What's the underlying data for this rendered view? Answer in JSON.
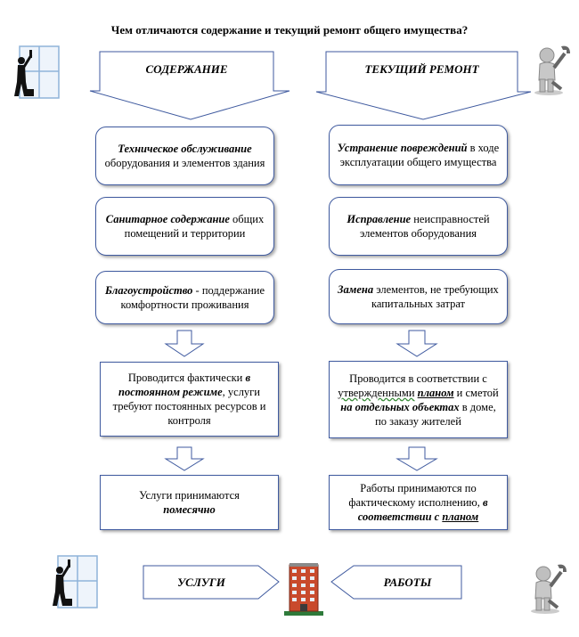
{
  "title": "Чем отличаются содержание и текущий ремонт общего имущества?",
  "left_header": "СОДЕРЖАНИЕ",
  "right_header": "ТЕКУЩИЙ РЕМОНТ",
  "left_items": [
    {
      "bold": "Техническое обслуживание",
      "rest": "оборудования и элементов здания"
    },
    {
      "bold": "Санитарное содержание",
      "rest": "общих помещений и территории"
    },
    {
      "bold": "Благоустройство",
      "rest": "- поддержание комфортности проживания"
    }
  ],
  "right_items": [
    {
      "bold": "Устранение повреждений",
      "rest": "в ходе эксплуатации общего имущества"
    },
    {
      "bold": "Исправление",
      "rest": "неисправностей элементов оборудования"
    },
    {
      "bold": "Замена",
      "rest": "элементов, не требующих капитальных затрат"
    }
  ],
  "left_mode": {
    "p1": "Проводится фактически",
    "em": "в постоянном режиме",
    "p2": ", услуги требуют постоянных ресурсов и контроля"
  },
  "right_mode": {
    "p1": "Проводится в соответствии с",
    "w1": "утвержденными",
    "w2": "планом",
    "p2": "и сметой",
    "em": "на отдельных объектах",
    "p3": "в доме, по заказу жителей"
  },
  "left_accept": {
    "p1": "Услуги принимаются",
    "em": "помесячно"
  },
  "right_accept": {
    "p1": "Работы принимаются по фактическому исполнению,",
    "em": "в соответствии с",
    "plan": "планом"
  },
  "bottom_left": "УСЛУГИ",
  "bottom_right": "РАБОТЫ",
  "colors": {
    "border": "#3f5a9f",
    "roof": "#2e7a3a",
    "building": "#c94a2c"
  }
}
